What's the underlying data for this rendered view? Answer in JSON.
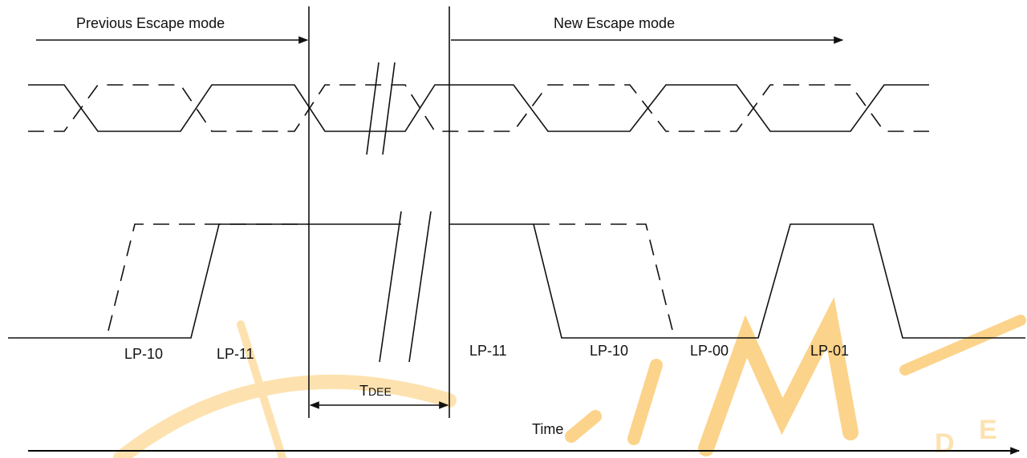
{
  "labels": {
    "previous_mode": "Previous Escape mode",
    "new_mode": "New Escape mode",
    "state_lp10_a": "LP-10",
    "state_lp11_a": "LP-11",
    "state_lp11_b": "LP-11",
    "state_lp10_b": "LP-10",
    "state_lp00": "LP-00",
    "state_lp01": "LP-01",
    "tdee_main": "T",
    "tdee_sub": "DEE",
    "time_axis": "Time"
  },
  "watermark": {
    "text_d": "D",
    "text_e": "E",
    "color": "#fcd38a"
  }
}
